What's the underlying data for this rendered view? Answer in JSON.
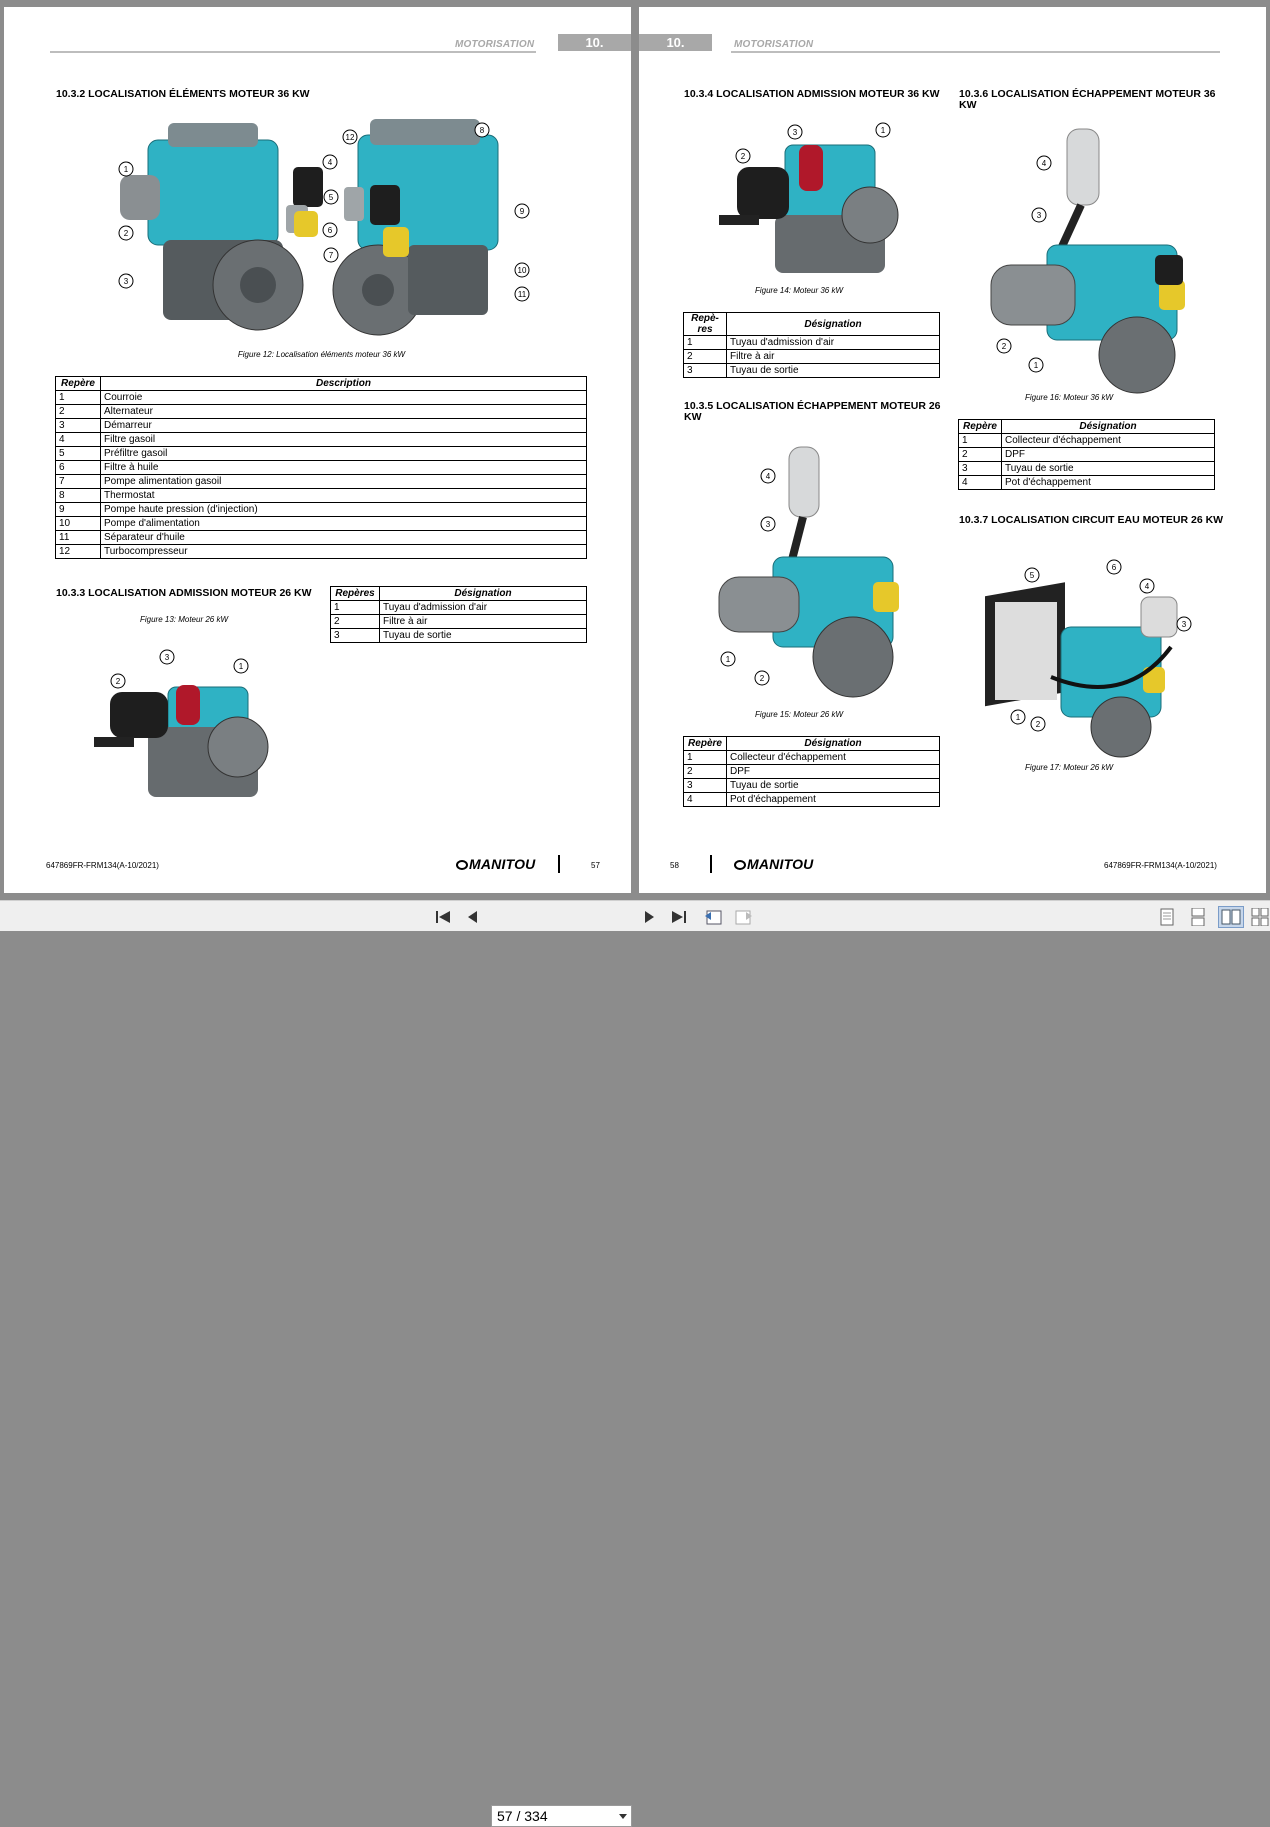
{
  "left_page": {
    "header": {
      "section_label": "MOTORISATION",
      "chapter": "10."
    },
    "section_1": {
      "title": "10.3.2 LOCALISATION ÉLÉMENTS MOTEUR 36 KW",
      "figure_caption": "Figure 12: Localisation éléments moteur 36 kW",
      "callouts": [
        "1",
        "2",
        "3",
        "4",
        "5",
        "6",
        "7",
        "8",
        "9",
        "10",
        "11",
        "12"
      ],
      "table": {
        "headers": [
          "Repère",
          "Description"
        ],
        "rows": [
          [
            "1",
            "Courroie"
          ],
          [
            "2",
            "Alternateur"
          ],
          [
            "3",
            "Démarreur"
          ],
          [
            "4",
            "Filtre gasoil"
          ],
          [
            "5",
            "Préfiltre gasoil"
          ],
          [
            "6",
            "Filtre à huile"
          ],
          [
            "7",
            "Pompe alimentation gasoil"
          ],
          [
            "8",
            "Thermostat"
          ],
          [
            "9",
            "Pompe haute pression (d'injection)"
          ],
          [
            "10",
            "Pompe d'alimentation"
          ],
          [
            "11",
            "Séparateur d'huile"
          ],
          [
            "12",
            "Turbocompresseur"
          ]
        ]
      }
    },
    "section_2": {
      "title": "10.3.3 LOCALISATION ADMISSION MOTEUR 26 KW",
      "figure_caption": "Figure 13: Moteur 26 kW",
      "callouts": [
        "1",
        "2",
        "3"
      ],
      "table": {
        "headers": [
          "Repères",
          "Désignation"
        ],
        "rows": [
          [
            "1",
            "Tuyau d'admission d'air"
          ],
          [
            "2",
            "Filtre à air"
          ],
          [
            "3",
            "Tuyau de sortie"
          ]
        ]
      }
    },
    "footer": {
      "doc_ref": "647869FR-FRM134(A-10/2021)",
      "brand": "MANITOU",
      "page_number": "57"
    }
  },
  "right_page": {
    "header": {
      "section_label": "MOTORISATION",
      "chapter": "10."
    },
    "section_1": {
      "title": "10.3.4 LOCALISATION ADMISSION MOTEUR 36 KW",
      "figure_caption": "Figure 14: Moteur 36 kW",
      "callouts": [
        "1",
        "2",
        "3"
      ],
      "table": {
        "headers": [
          "Repè-res",
          "Désignation"
        ],
        "rows": [
          [
            "1",
            "Tuyau d'admission d'air"
          ],
          [
            "2",
            "Filtre à air"
          ],
          [
            "3",
            "Tuyau de sortie"
          ]
        ]
      }
    },
    "section_2": {
      "title": "10.3.5 LOCALISATION ÉCHAPPEMENT MOTEUR 26 KW",
      "figure_caption": "Figure 15: Moteur 26 kW",
      "callouts": [
        "1",
        "2",
        "3",
        "4"
      ],
      "table": {
        "headers": [
          "Repère",
          "Désignation"
        ],
        "rows": [
          [
            "1",
            "Collecteur d'échappement"
          ],
          [
            "2",
            "DPF"
          ],
          [
            "3",
            "Tuyau de sortie"
          ],
          [
            "4",
            "Pot d'échappement"
          ]
        ]
      }
    },
    "section_3": {
      "title": "10.3.6 LOCALISATION ÉCHAPPEMENT MOTEUR 36 KW",
      "figure_caption": "Figure 16: Moteur 36 kW",
      "callouts": [
        "1",
        "2",
        "3",
        "4"
      ],
      "table": {
        "headers": [
          "Repère",
          "Désignation"
        ],
        "rows": [
          [
            "1",
            "Collecteur d'échappement"
          ],
          [
            "2",
            "DPF"
          ],
          [
            "3",
            "Tuyau de sortie"
          ],
          [
            "4",
            "Pot d'échappement"
          ]
        ]
      }
    },
    "section_4": {
      "title": "10.3.7 LOCALISATION CIRCUIT EAU MOTEUR 26 KW",
      "figure_caption": "Figure 17: Moteur 26 kW",
      "callouts": [
        "1",
        "2",
        "3",
        "4",
        "5",
        "6"
      ]
    },
    "footer": {
      "doc_ref": "647869FR-FRM134(A-10/2021)",
      "brand": "MANITOU",
      "page_number": "58"
    }
  },
  "toolbar": {
    "page_indicator": "57 / 334",
    "icons": [
      "first-page-icon",
      "previous-page-icon",
      "next-page-icon",
      "last-page-icon",
      "previous-view-icon",
      "next-view-icon",
      "single-page-view-icon",
      "continuous-view-icon",
      "facing-view-icon",
      "continuous-facing-view-icon"
    ]
  },
  "colors": {
    "engine_teal": "#2fb2c4",
    "header_gray": "#a8a8a8",
    "viewer_bg": "#8c8c8c"
  }
}
